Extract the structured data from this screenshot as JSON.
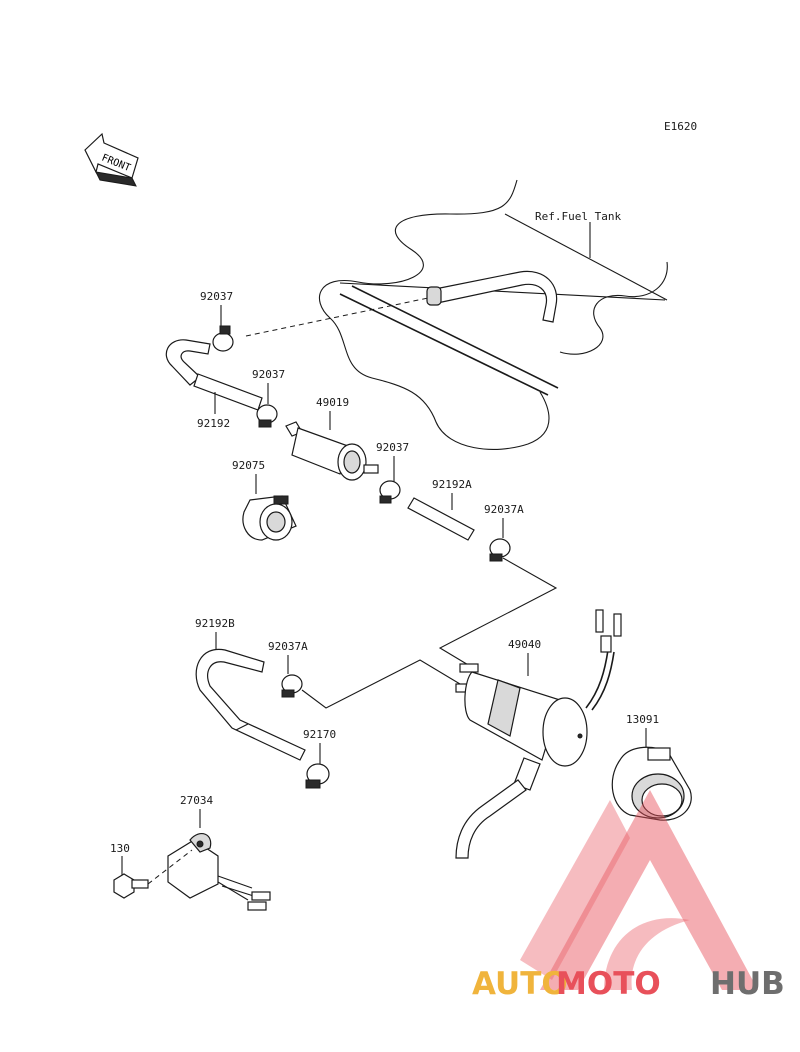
{
  "figure_code": "E1620",
  "front_label": "FRONT",
  "ref_label": "Ref.Fuel Tank",
  "parts": {
    "clamp_top": "92037",
    "clamp_2": "92037",
    "hose_92192": "92192",
    "filter": "49019",
    "clamp_3": "92037",
    "holder": "92075",
    "hose_92192A": "92192A",
    "clamp_92037A": "92037A",
    "hose_92192B": "92192B",
    "clamp_92037A_2": "92037A",
    "pump": "49040",
    "damper": "13091",
    "clamp_92170": "92170",
    "relay": "27034",
    "bolt": "130"
  },
  "watermark": {
    "part1": "AUTO",
    "part2": "MOTO",
    "part3": "HUB",
    "color_auto": "#f0b43c",
    "color_moto": "#e8505a",
    "color_hub": "#6e6e6e"
  }
}
